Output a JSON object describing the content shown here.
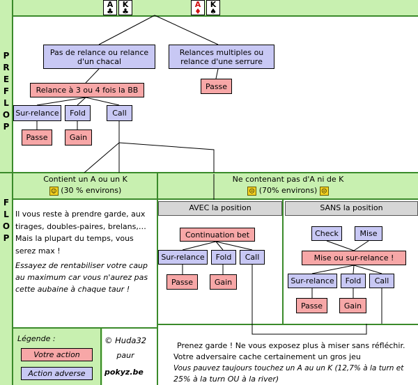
{
  "hands": {
    "hand1": {
      "c1": {
        "rank": "A",
        "suit": "♣"
      },
      "c2": {
        "rank": "K",
        "suit": "♣"
      }
    },
    "hand2": {
      "c1": {
        "rank": "A",
        "suit": "♦"
      },
      "c2": {
        "rank": "K",
        "suit": "♠"
      }
    }
  },
  "sections": {
    "preflop": "PREFLOP",
    "flop": "FLOP"
  },
  "preflop": {
    "left_root": "Pas de relance ou relance d'un chacal",
    "right_root": "Relances multiples ou relance d'une serrure",
    "right_action": "Passe",
    "raise": "Relance à 3 ou 4 fois la BB",
    "reraise": "Sur-relance",
    "fold": "Fold",
    "call": "Call",
    "pass": "Passe",
    "gain": "Gain"
  },
  "flop": {
    "contains_title": "Contient un A ou un K",
    "contains_pct": "(30 % environs)",
    "not_title": "Ne contenant pas d'A ni de K",
    "not_pct": "(70% environs)",
    "with_pos": "AVEC la position",
    "without_pos": "SANS la position",
    "left_text1": "Il vous reste à prendre garde, aux tirages, doubles-paires, brelans,… Mais la plupart du temps, vous serez max !",
    "left_text2": "Essayez de rentabiliser votre caup au maximum car vous n'aurez pas cette aubaine à chaque taur !",
    "cbet": "Continuation bet",
    "reraise": "Sur-relance",
    "fold": "Fold",
    "call": "Call",
    "pass": "Passe",
    "gain": "Gain",
    "check": "Check",
    "bet": "Mise",
    "bet_or_reraise": "Mise ou sur-relance !"
  },
  "bottom": {
    "line1": "Prenez garde ! Ne vous exposez plus à miser sans réfléchir.",
    "line2": "Votre adversaire cache certainement un gros jeu",
    "line3": "Vous pauvez taujours touchez un A au un K (12,7% à la turn et",
    "line4": "25% à la turn OU à la river)"
  },
  "legend": {
    "title": "Légende :",
    "own": "Votre action",
    "opp": "Action adverse"
  },
  "credit": {
    "line1": "© Huda32",
    "line2": "paur",
    "line3": "pokyz.be"
  },
  "colors": {
    "green": "#c8f0b0",
    "blue_box": "#c8c8f4",
    "red_box": "#f7a7a7"
  }
}
